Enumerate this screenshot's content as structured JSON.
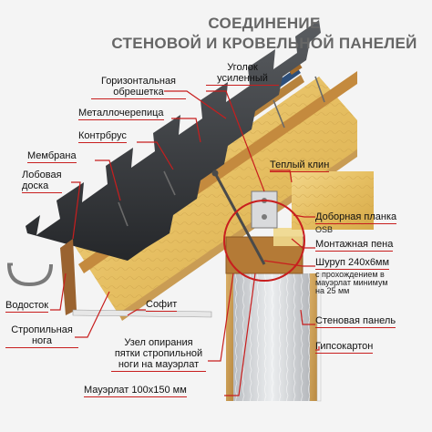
{
  "title": {
    "line1": "СОЕДИНЕНИЕ",
    "line2": "СТЕНОВОЙ И КРОВЕЛЬНОЙ ПАНЕЛЕЙ"
  },
  "labels": {
    "gorizontal_line1": "Горизонтальная",
    "gorizontal_line2": "обрешетка",
    "metallocherepitsa": "Металлочерепица",
    "kontrbrus": "Контрбрус",
    "membrana": "Мембрана",
    "lobovaya_line1": "Лобовая",
    "lobovaya_line2": "доска",
    "vodostok": "Водосток",
    "stropilnaya_line1": "Стропильная",
    "stropilnaya_line2": "нога",
    "sofit": "Софит",
    "uzel_line1": "Узел опирания",
    "uzel_line2": "пятки стропильной",
    "uzel_line3": "ноги на мауэрлат",
    "mauerlat": "Мауэрлат 100х150 мм",
    "ugolok_line1": "Уголок",
    "ugolok_line2": "усиленный",
    "teplyi_klin": "Теплый клин",
    "dobornaya": "Доборная планка",
    "osb": "OSB",
    "montazhnaya_pena": "Монтажная пена",
    "shurup": "Шуруп 240х6мм",
    "shurup_note1": "с прохождением в",
    "shurup_note2": "мауэрлат минимум",
    "shurup_note3": "на 25 мм",
    "stenovaya_panel": "Стеновая панель",
    "gipsokarton": "Гипсокартон"
  },
  "colors": {
    "leader": "#c81e1e",
    "panel_core": "#e8c46a",
    "tile": "#3b3d40",
    "osb": "#c79a52",
    "wall_core": "#d6d8da"
  },
  "icons": {
    "screw": "screw-icon",
    "angle_bracket": "angle-bracket-icon",
    "gutter": "gutter-icon"
  }
}
